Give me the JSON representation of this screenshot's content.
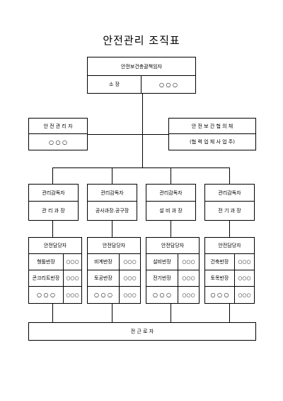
{
  "title": "안전관리 조직표",
  "top": {
    "header": "안전보건총괄책임자",
    "role": "소      장",
    "name": "○ ○ ○"
  },
  "left": {
    "header": "안 전 관 리 자",
    "value": "○ ○ ○"
  },
  "right": {
    "header": "안 전 보 건 협 의 체",
    "value": "(협 력 업 체 사 업 주)"
  },
  "supervisors": [
    {
      "header": "관리감독자",
      "dept": "관 리 과 장"
    },
    {
      "header": "관리감독자",
      "dept": "공사과장.공구장"
    },
    {
      "header": "관리감독자",
      "dept": "설 비 과 장"
    },
    {
      "header": "관리감독자",
      "dept": "전 기 과 장"
    }
  ],
  "teams": [
    {
      "header": "안전담당자",
      "rows": [
        [
          "형틀반장",
          "○○○"
        ],
        [
          "콘크리트반장",
          "○○○"
        ],
        [
          "○ ○ ○",
          "○○○"
        ]
      ]
    },
    {
      "header": "안전담당자",
      "rows": [
        [
          "비계반장",
          "○○○"
        ],
        [
          "토공반장",
          "○○○"
        ],
        [
          "○ ○ ○",
          "○○○"
        ]
      ]
    },
    {
      "header": "안전담당자",
      "rows": [
        [
          "설비반장",
          "○○○"
        ],
        [
          "전기반장",
          "○○○"
        ],
        [
          "○ ○ ○",
          "○○○"
        ]
      ]
    },
    {
      "header": "안전담당자",
      "rows": [
        [
          "건축반장",
          "○○○"
        ],
        [
          "토목반장",
          "○○○"
        ],
        [
          "○ ○ ○",
          "○○○"
        ]
      ]
    }
  ],
  "workers": "전      근      로      자"
}
